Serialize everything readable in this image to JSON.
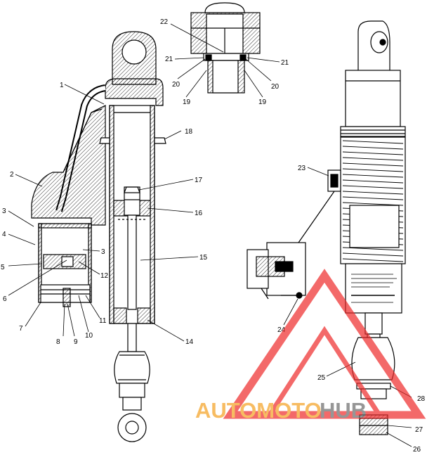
{
  "callouts": {
    "c1": "1",
    "c2": "2",
    "c3a": "3",
    "c3b": "3",
    "c4": "4",
    "c5": "5",
    "c6": "6",
    "c7": "7",
    "c8": "8",
    "c9": "9",
    "c10": "10",
    "c11": "11",
    "c12": "12",
    "c14": "14",
    "c15": "15",
    "c16": "16",
    "c17": "17",
    "c18": "18",
    "c19a": "19",
    "c19b": "19",
    "c20a": "20",
    "c20b": "20",
    "c21a": "21",
    "c21b": "21",
    "c22": "22",
    "c23": "23",
    "c24": "24",
    "c25": "25",
    "c26": "26",
    "c27": "27",
    "c28": "28"
  },
  "watermark": {
    "part1": "AUTOMOTO",
    "part2": "HUB",
    "color_red": "#ee2b2b",
    "color_orange": "#f4a020"
  }
}
